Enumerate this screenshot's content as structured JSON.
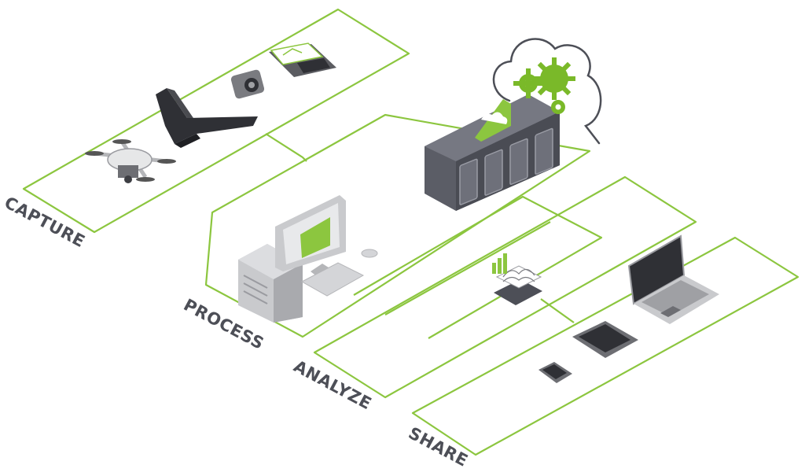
{
  "stages": {
    "capture": "CAPTURE",
    "process": "PROCESS",
    "analyze": "ANALYZE",
    "share": "SHARE"
  },
  "colors": {
    "accent_green": "#8cc63f",
    "dark_grey": "#4d4f57",
    "light_grey": "#c9cacd",
    "white": "#ffffff"
  },
  "icons": [
    "quadcopter-drone-icon",
    "fixed-wing-drone-icon",
    "camera-icon",
    "tablet-map-icon",
    "desktop-computer-icon",
    "server-rack-icon",
    "cloud-gears-icon",
    "3d-analytics-icon",
    "laptop-icon",
    "tablet-icon",
    "smartphone-icon"
  ]
}
